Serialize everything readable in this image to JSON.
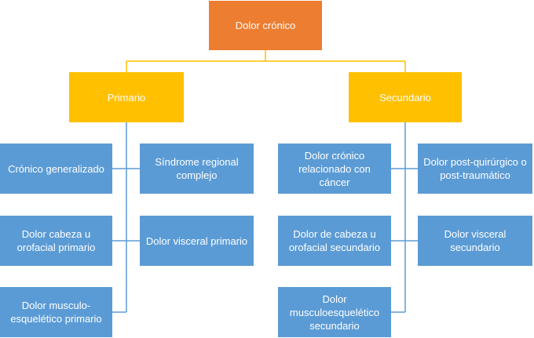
{
  "root": {
    "label": "Dolor crónico"
  },
  "primary": {
    "label": "Primario",
    "children": [
      "Crónico generalizado",
      "Síndrome regional complejo",
      "Dolor cabeza u orofacial primario",
      "Dolor visceral primario",
      "Dolor musculo-esquelético primario"
    ]
  },
  "secondary": {
    "label": "Secundario",
    "children": [
      "Dolor crónico relacionado con cáncer",
      "Dolor post-quirúrgico o post-traumático",
      "Dolor de cabeza u orofacial secundario",
      "Dolor visceral secundario",
      "Dolor musculoesquelético secundario"
    ]
  },
  "colors": {
    "root": "#ed7d31",
    "category": "#ffc000",
    "leaf": "#5b9bd5",
    "connector_top": "#ffc000",
    "connector_branch": "#5b9bd5"
  }
}
